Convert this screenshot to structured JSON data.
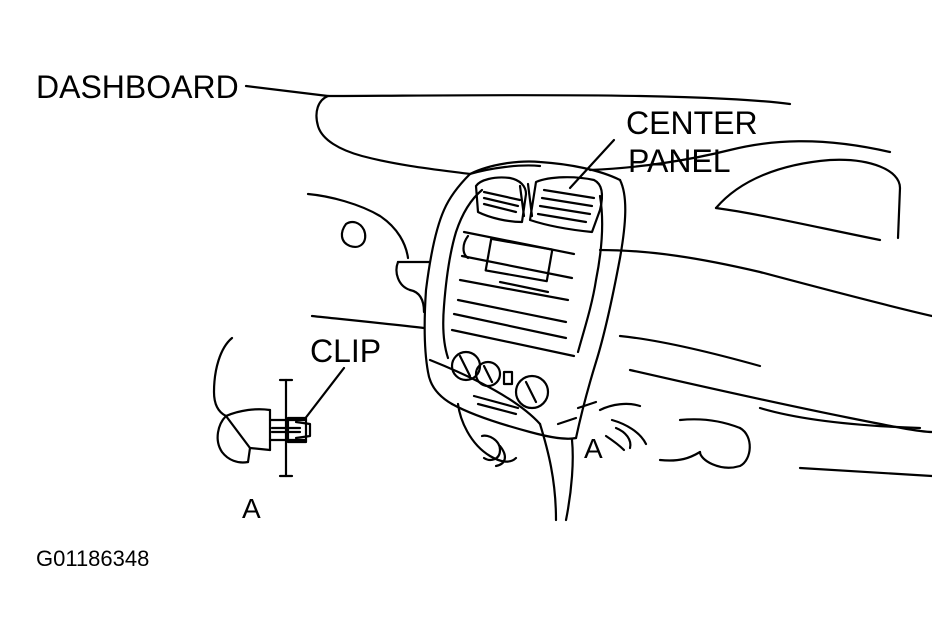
{
  "labels": {
    "dashboard": "DASHBOARD",
    "center_panel_line1": "CENTER",
    "center_panel_line2": "PANEL",
    "clip": "CLIP",
    "view_a_left": "A",
    "view_a_right": "A"
  },
  "figure_id": "G01186348",
  "colors": {
    "ink": "#000000",
    "background": "#ffffff"
  }
}
